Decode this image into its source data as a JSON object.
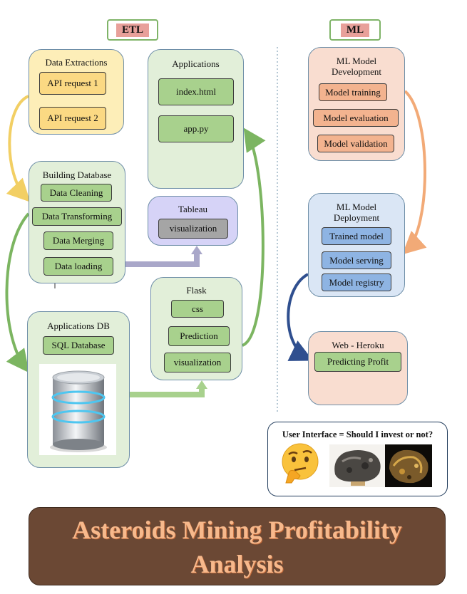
{
  "section_tags": {
    "etl": "ETL",
    "ml": "ML"
  },
  "data_extractions": {
    "title": "Data Extractions",
    "items": [
      "API request 1",
      "API request 2"
    ]
  },
  "building_database": {
    "title": "Building Database",
    "items": [
      "Data Cleaning",
      "Data Transforming",
      "Data Merging",
      "Data loading"
    ]
  },
  "applications_db": {
    "title": "Applications DB",
    "items": [
      "SQL Database"
    ]
  },
  "applications": {
    "title": "Applications",
    "items": [
      "index.html",
      "app.py"
    ]
  },
  "tableau": {
    "title": "Tableau",
    "items": [
      "visualization"
    ]
  },
  "flask": {
    "title": "Flask",
    "items": [
      "css",
      "Prediction",
      "visualization"
    ]
  },
  "ml_development": {
    "title": "ML Model Development",
    "items": [
      "Model training",
      "Model evaluation",
      "Model validation"
    ]
  },
  "ml_deployment": {
    "title": "ML Model Deployment",
    "items": [
      "Trained model",
      "Model serving",
      "Model registry"
    ]
  },
  "web_heroku": {
    "title": "Web - Heroku",
    "items": [
      "Predicting Profit"
    ]
  },
  "user_interface": {
    "title": "User Interface = Should I invest or not?"
  },
  "banner": {
    "line1": "Asteroids Mining Profitability",
    "line2": "Analysis"
  },
  "colors": {
    "yellow_panel": "#fdeeb8",
    "green_panel": "#e2efd9",
    "lavender_panel": "#d6d3f7",
    "salmon_panel": "#f9ddd0",
    "blue_panel": "#dae6f5",
    "banner_bg": "#6b4834",
    "banner_text": "#f7b98c"
  }
}
